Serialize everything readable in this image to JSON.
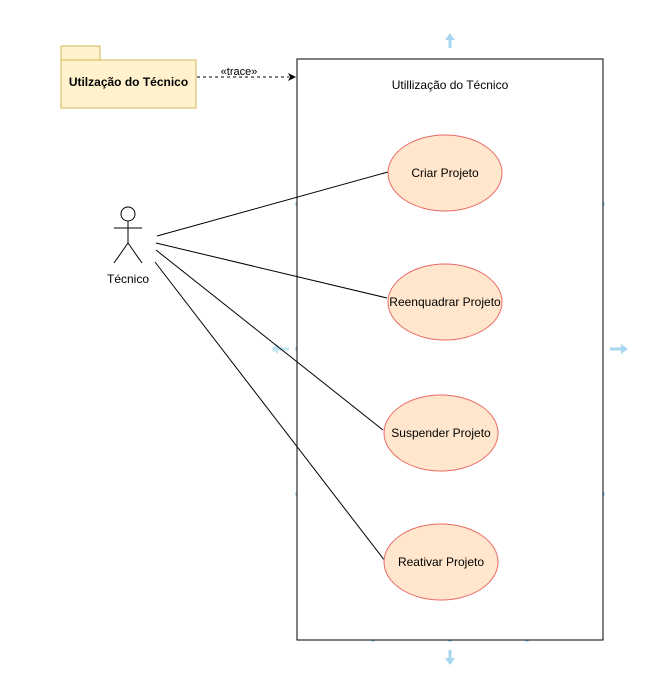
{
  "package": {
    "label": "Utilzação do Técnico"
  },
  "trace": {
    "label": "«trace»"
  },
  "system": {
    "label": "Utillização do Técnico"
  },
  "actor": {
    "label": "Técnico"
  },
  "use_cases": [
    {
      "label": "Criar Projeto"
    },
    {
      "label": "Reenquadrar Projeto"
    },
    {
      "label": "Suspender Projeto"
    },
    {
      "label": "Reativar Projeto"
    }
  ],
  "colors": {
    "package_fill": "#fff2cc",
    "package_stroke": "#d6b656",
    "usecase_fill": "#ffe6cc",
    "usecase_stroke": "#ea6b66",
    "handle": "#a8d8f0",
    "line": "#000000"
  }
}
